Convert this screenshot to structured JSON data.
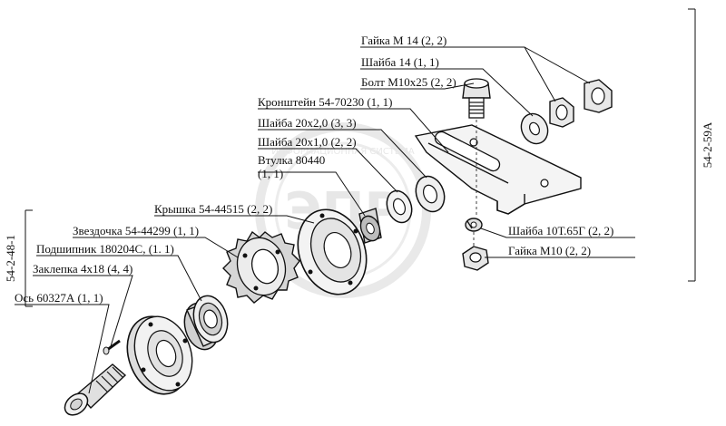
{
  "labels": {
    "gaika_m14": "Гайка М 14 (2, 2)",
    "shaiba_14": "Шайба 14 (1, 1)",
    "bolt": "Болт М10х25 (2, 2)",
    "kronshtein": "Кронштейн 54-70230 (1, 1)",
    "shaiba_20x2": "Шайба 20х2,0 (3, 3)",
    "shaiba_20x1": "Шайба 20х1,0 (2, 2)",
    "vtulka_1": "Втулка 80440",
    "vtulka_2": "(1, 1)",
    "kryshka": "Крышка 54-44515 (2, 2)",
    "zvezdochka": "Звездочка 54-44299 (1, 1)",
    "podshipnik": "Подшипник 180204С, (1. 1)",
    "zaklepka": "Заклепка 4х18 (4, 4)",
    "os": "Ось 60327А (1, 1)",
    "shaiba_10t": "Шайба 10Т.65Г (2, 2)",
    "gaika_m10": "Гайка М10 (2, 2)"
  },
  "side_labels": {
    "right": "54-2-59А",
    "left": "54-2-48-1"
  },
  "watermark": {
    "brand": "ЭПР",
    "caption": "ИНФОРМАЦИОННАЯ СИСТЕМА"
  }
}
